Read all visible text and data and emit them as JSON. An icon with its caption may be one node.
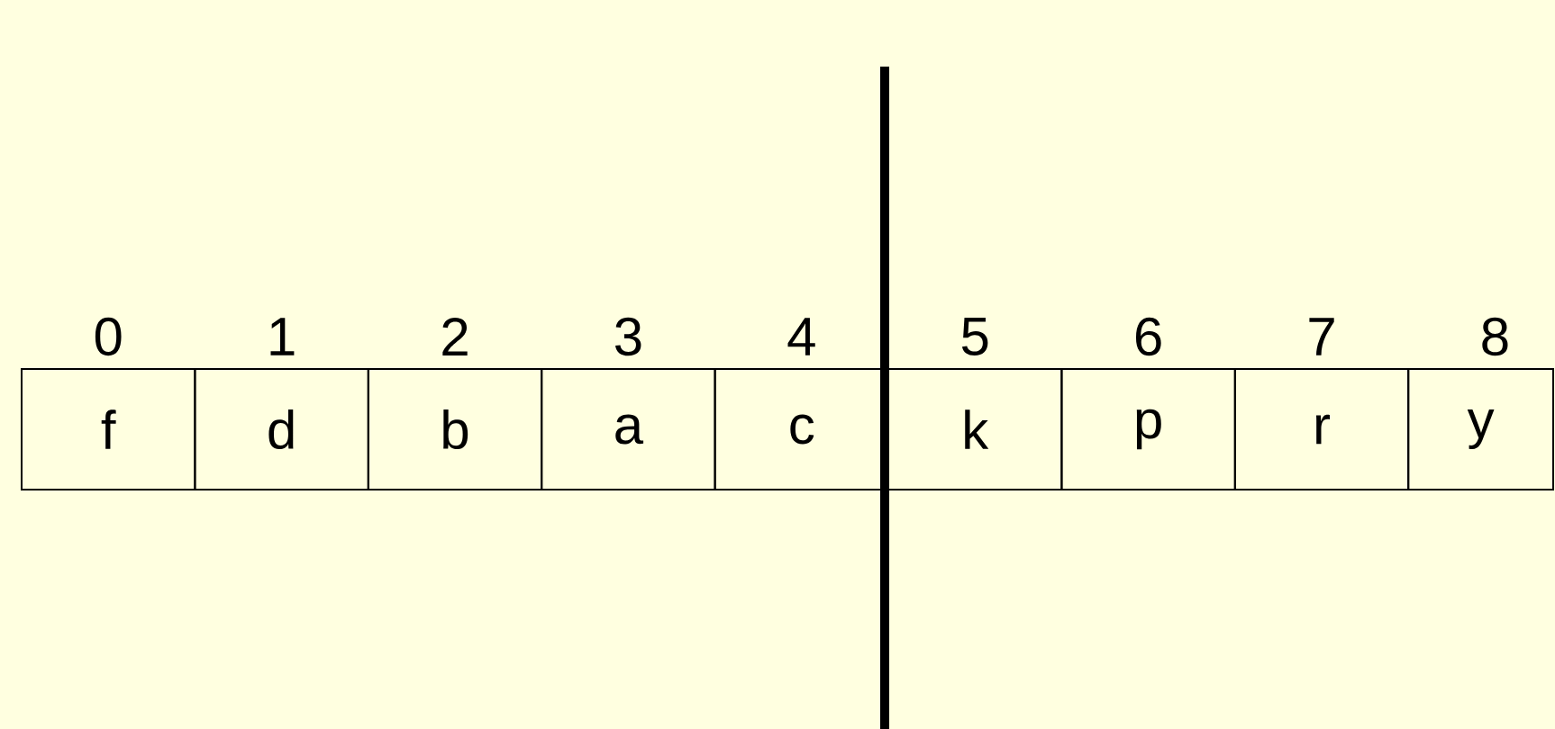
{
  "diagram": {
    "nodes": [
      {
        "text": [
          "f"
        ]
      },
      {
        "text": [
          "d"
        ]
      },
      {
        "text": [
          "b"
        ]
      },
      {
        "text": [
          "a"
        ]
      },
      {
        "text": [
          "c"
        ]
      },
      {
        "text": [
          "k"
        ]
      },
      {
        "text": [
          "p"
        ]
      },
      {
        "text": [
          "r"
        ]
      },
      {
        "text": [
          "y"
        ]
      }
    ],
    "labels": [
      "0",
      "1",
      "2",
      "3",
      "4",
      "5",
      "6",
      "7",
      "8"
    ]
  }
}
